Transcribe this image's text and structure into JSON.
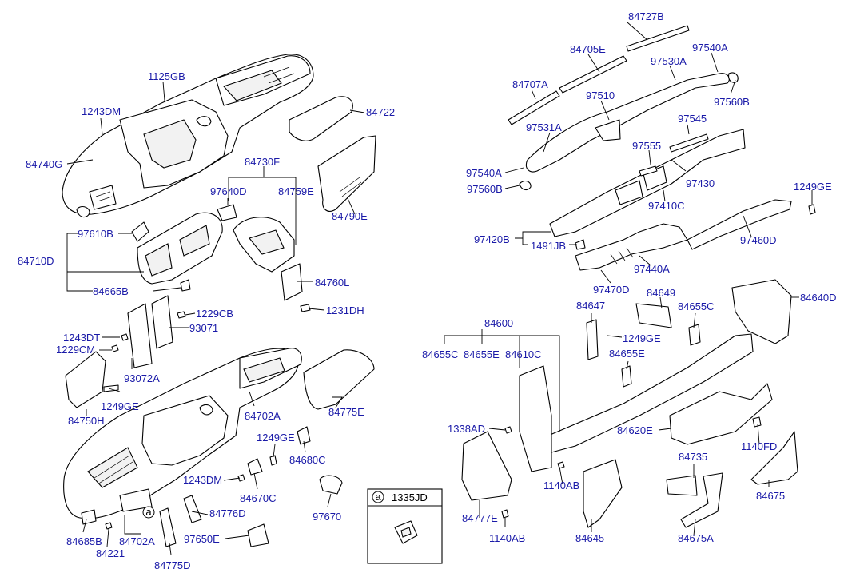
{
  "labels": {
    "p84727B": "84727B",
    "p84705E": "84705E",
    "p97540A_top": "97540A",
    "p97530A": "97530A",
    "p84707A": "84707A",
    "p97510": "97510",
    "p97560B_top": "97560B",
    "p97545": "97545",
    "p97531A": "97531A",
    "p97555": "97555",
    "p97540A_mid": "97540A",
    "p97560B_mid": "97560B",
    "p97430": "97430",
    "p1249GE_top": "1249GE",
    "p97410C": "97410C",
    "p97420B": "97420B",
    "p1491JB": "1491JB",
    "p97460D": "97460D",
    "p97440A": "97440A",
    "p97470D": "97470D",
    "p1125GB": "1125GB",
    "p1243DM_top": "1243DM",
    "p84722": "84722",
    "p84740G": "84740G",
    "p84730F": "84730F",
    "p97640D": "97640D",
    "p84759E": "84759E",
    "p84790E": "84790E",
    "p97610B": "97610B",
    "p84710D": "84710D",
    "p84665B": "84665B",
    "p84760L": "84760L",
    "p1231DH": "1231DH",
    "p1229CB": "1229CB",
    "p93071": "93071",
    "p1243DT": "1243DT",
    "p1229CM": "1229CM",
    "p93072A": "93072A",
    "p1249GE_left": "1249GE",
    "p84750H": "84750H",
    "p84702A_top": "84702A",
    "p84775E": "84775E",
    "p1249GE_mid": "1249GE",
    "p84680C": "84680C",
    "p1243DM_bot": "1243DM",
    "p84670C": "84670C",
    "p84776D": "84776D",
    "p97670": "97670",
    "p97650E": "97650E",
    "p84685B": "84685B",
    "p84221": "84221",
    "p84702A_bot": "84702A",
    "p84775D": "84775D",
    "p84600": "84600",
    "p84655C_left": "84655C",
    "p84655E_left": "84655E",
    "p84610C": "84610C",
    "p84647": "84647",
    "p84649": "84649",
    "p84655C_right": "84655C",
    "p84640D": "84640D",
    "p1249GE_right": "1249GE",
    "p84655E_right": "84655E",
    "p1338AD": "1338AD",
    "p84620E": "84620E",
    "p1140FD": "1140FD",
    "p84735": "84735",
    "p1140AB_right": "1140AB",
    "p84777E": "84777E",
    "p1140AB_bot": "1140AB",
    "p84645": "84645",
    "p84675": "84675",
    "p84675A": "84675A"
  },
  "legend": {
    "letter": "a",
    "part_number": "1335JD"
  },
  "callout_marker": "a"
}
